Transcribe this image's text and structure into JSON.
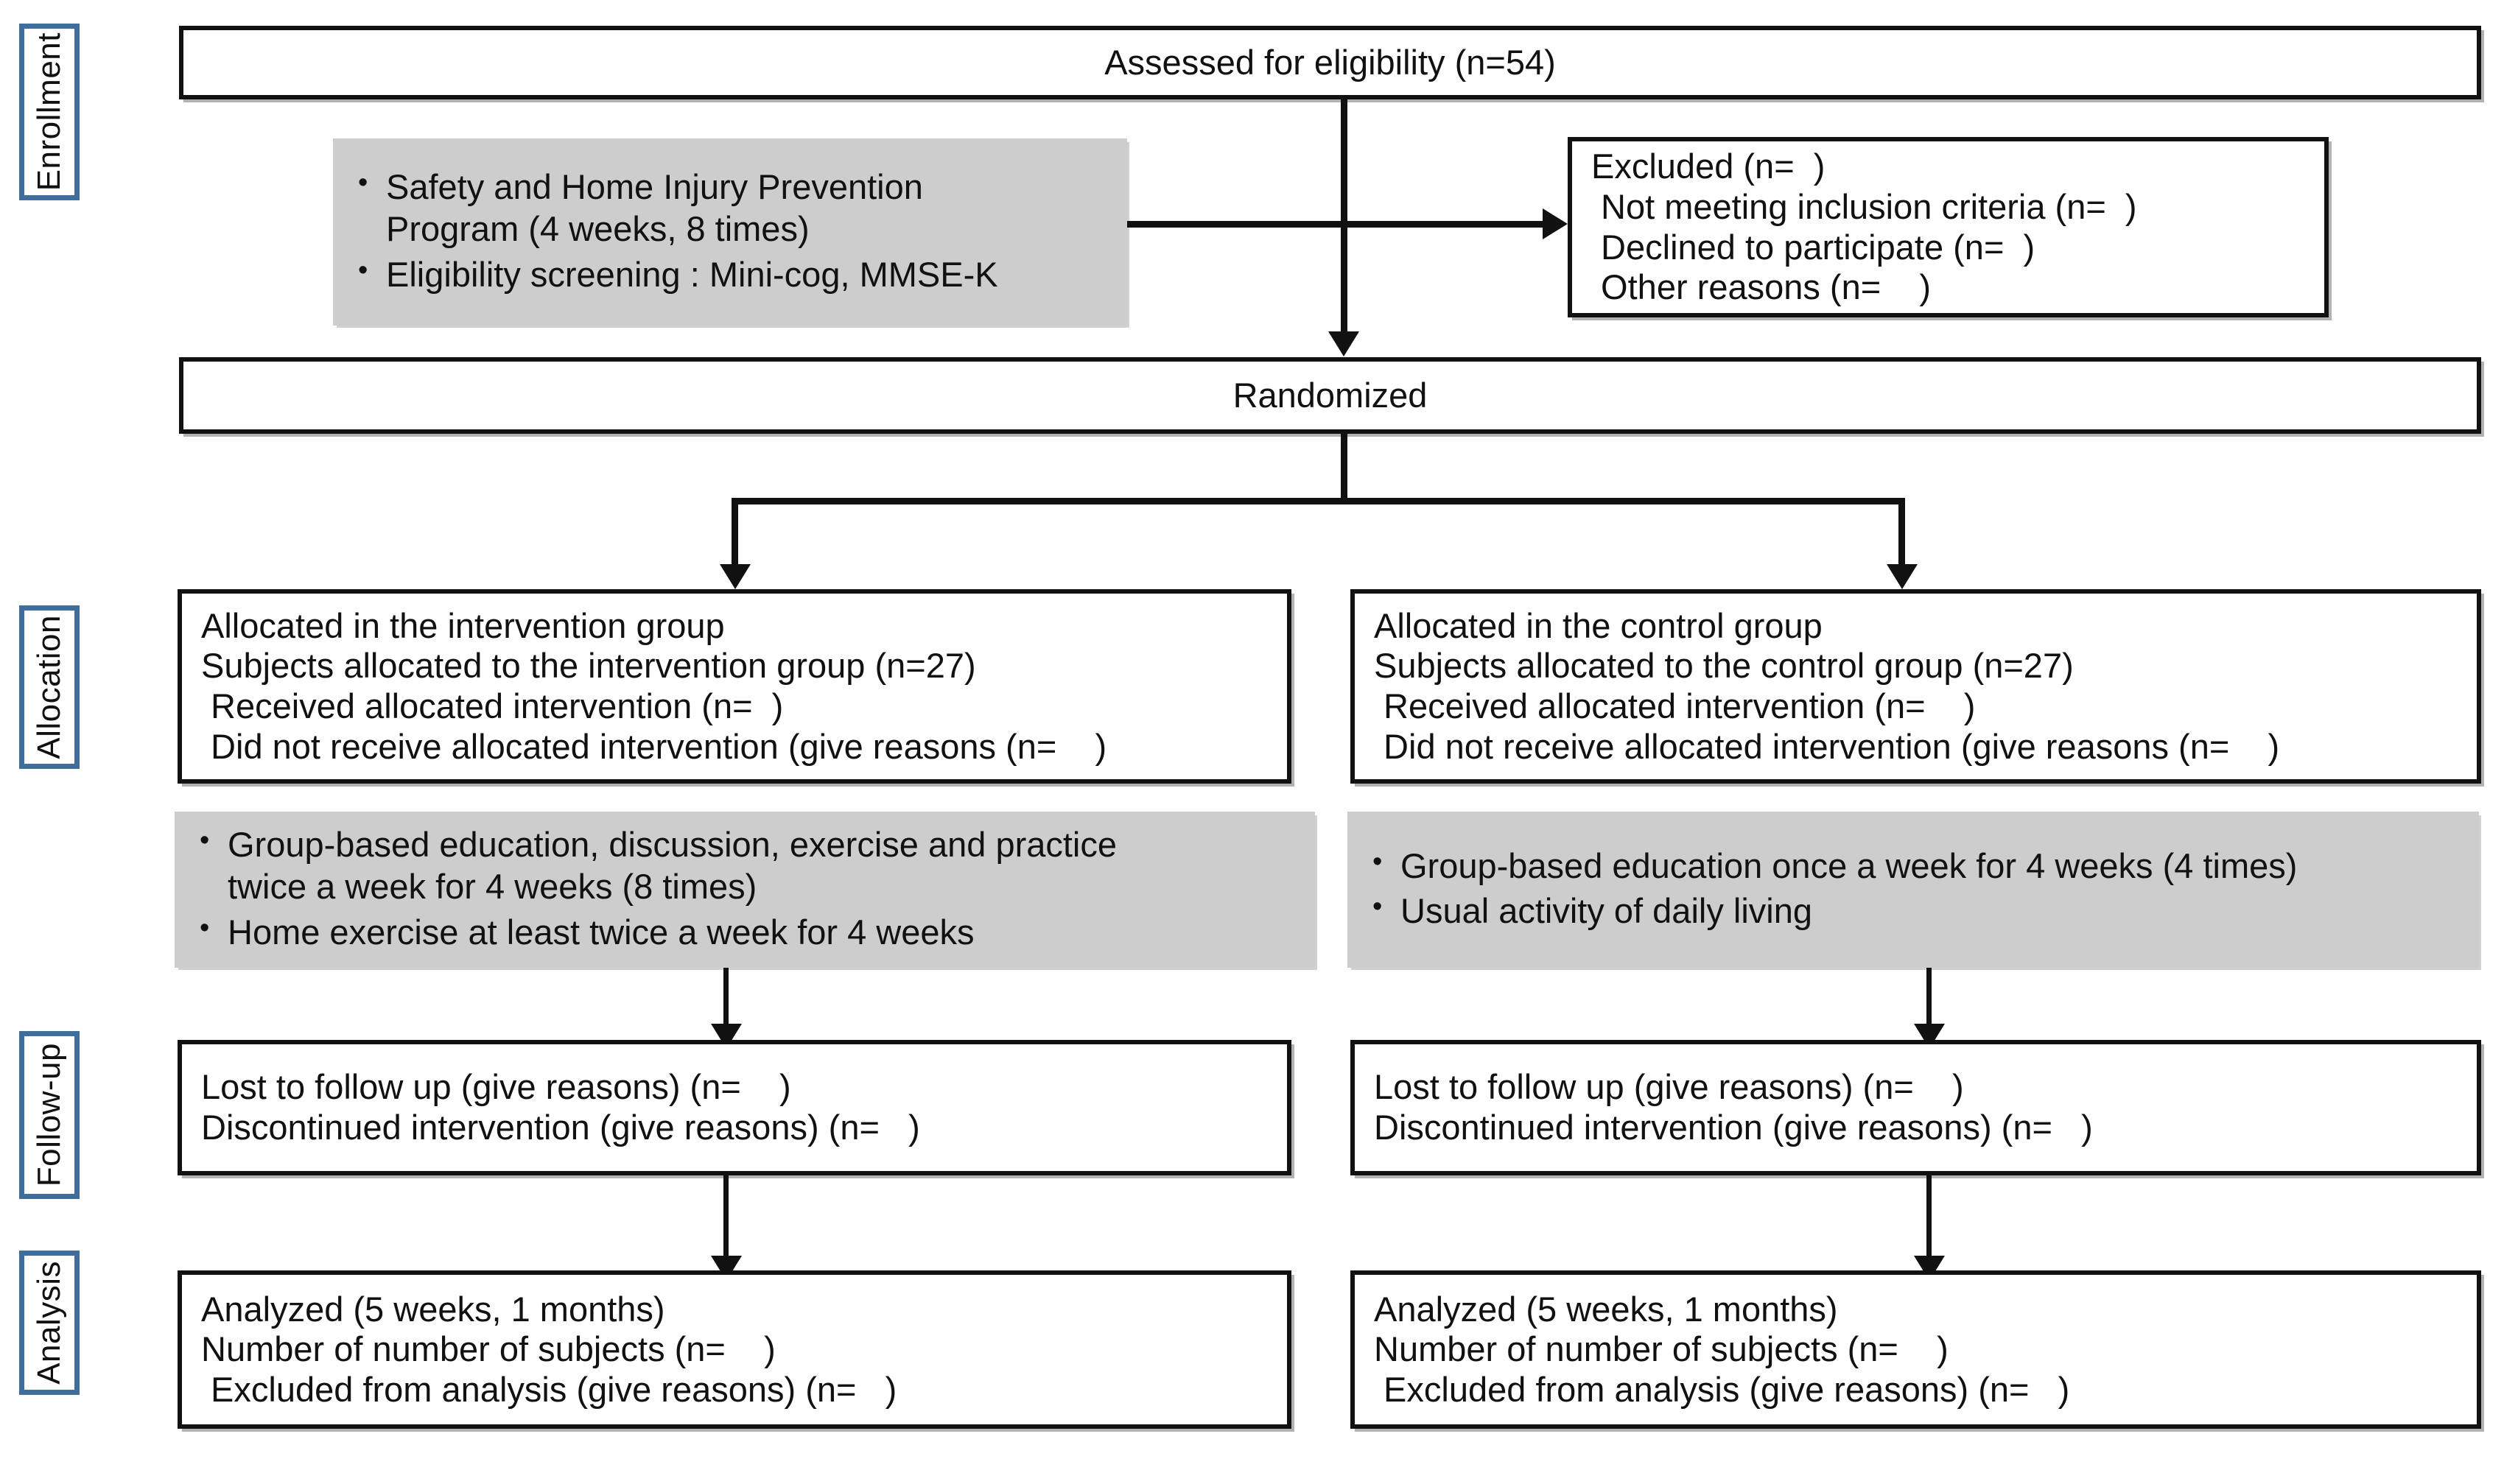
{
  "diagram": {
    "title": "CONSORT participant flow diagram",
    "accent_border_color": "#3f6d9c",
    "box_border_color": "#111111",
    "gray_fill_color": "#cdcdcd",
    "stages": [
      {
        "id": "enrollment",
        "label": "Enrollment"
      },
      {
        "id": "allocation",
        "label": "Allocation"
      },
      {
        "id": "followup",
        "label": "Follow-up"
      },
      {
        "id": "analysis",
        "label": "Analysis"
      }
    ],
    "enrollment": {
      "assessed": "Assessed for eligibility (n=54)",
      "program_bullets": [
        "Safety and Home Injury Prevention\nProgram (4 weeks, 8 times)",
        "Eligibility screening : Mini-cog, MMSE-K"
      ],
      "excluded": [
        "Excluded (n=  )",
        " Not meeting inclusion criteria (n=  )",
        " Declined to participate (n=  )",
        " Other reasons (n=    )"
      ],
      "randomized": "Randomized"
    },
    "allocation": {
      "intervention": {
        "lines": [
          "Allocated in the intervention group",
          "Subjects allocated to the intervention group (n=27)",
          " Received allocated intervention (n=  )",
          " Did not receive allocated intervention (give reasons (n=    )"
        ],
        "bullets": [
          "Group-based education, discussion, exercise and practice\n  twice a week for 4 weeks (8 times)",
          "Home exercise at least twice a week  for 4 weeks"
        ]
      },
      "control": {
        "lines": [
          "Allocated in the control group",
          "Subjects allocated to the control group (n=27)",
          " Received allocated intervention (n=    )",
          " Did not receive allocated intervention (give reasons (n=    )"
        ],
        "bullets": [
          "Group-based education once a week for 4 weeks (4 times)",
          "Usual  activity of daily living"
        ]
      }
    },
    "followup": {
      "intervention": [
        "Lost to follow up (give reasons) (n=    )",
        "Discontinued intervention (give reasons) (n=   )"
      ],
      "control": [
        "Lost to follow up (give reasons) (n=    )",
        "Discontinued intervention (give reasons) (n=   )"
      ]
    },
    "analysis": {
      "intervention": [
        "Analyzed (5 weeks, 1 months)",
        "Number of number of subjects (n=    )",
        " Excluded from analysis (give reasons) (n=   )"
      ],
      "control": [
        "Analyzed (5 weeks, 1 months)",
        "Number of number of subjects (n=    )",
        " Excluded from analysis (give reasons) (n=   )"
      ]
    }
  }
}
